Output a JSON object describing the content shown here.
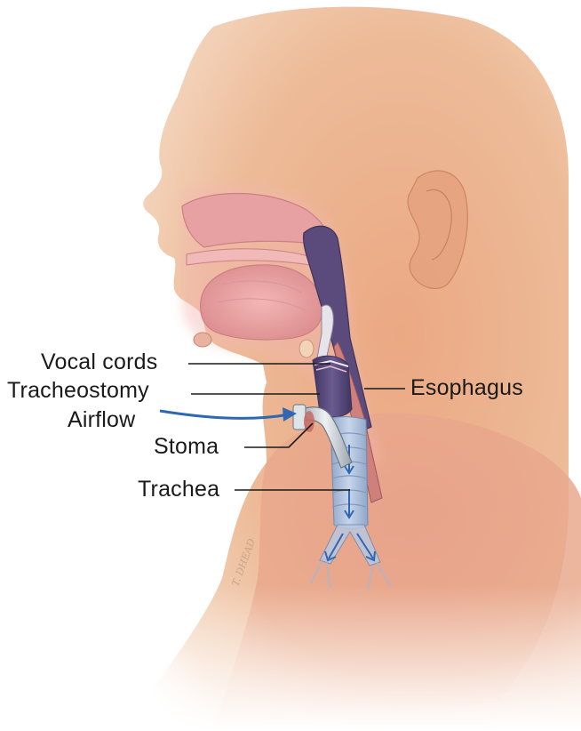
{
  "labels": {
    "vocal_cords": "Vocal cords",
    "tracheostomy": "Tracheostomy",
    "airflow": "Airflow",
    "stoma": "Stoma",
    "trachea": "Trachea",
    "esophagus": "Esophagus"
  },
  "signature": "T. DHEAD",
  "colors": {
    "skin": "#eab48f",
    "skin_shadow": "#d99a73",
    "tissue_pink": "#e9a5a6",
    "airway_purple": "#5e4e80",
    "airflow_arrow": "#2f67b2",
    "leader_line": "#1a1a1a"
  }
}
